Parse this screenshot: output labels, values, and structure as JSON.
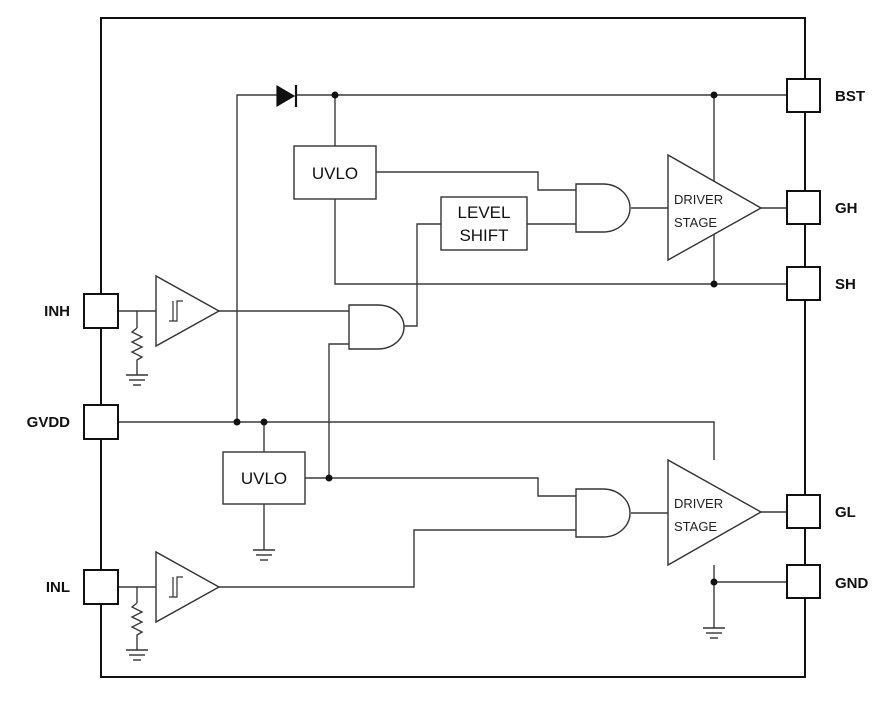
{
  "pins": {
    "bst": "BST",
    "gh": "GH",
    "sh": "SH",
    "gl": "GL",
    "gnd": "GND",
    "inh": "INH",
    "gvdd": "GVDD",
    "inl": "INL"
  },
  "blocks": {
    "uvlo_high": "UVLO",
    "uvlo_low": "UVLO",
    "level_shift_line1": "LEVEL",
    "level_shift_line2": "SHIFT",
    "driver_high_line1": "DRIVER",
    "driver_high_line2": "STAGE",
    "driver_low_line1": "DRIVER",
    "driver_low_line2": "STAGE"
  }
}
